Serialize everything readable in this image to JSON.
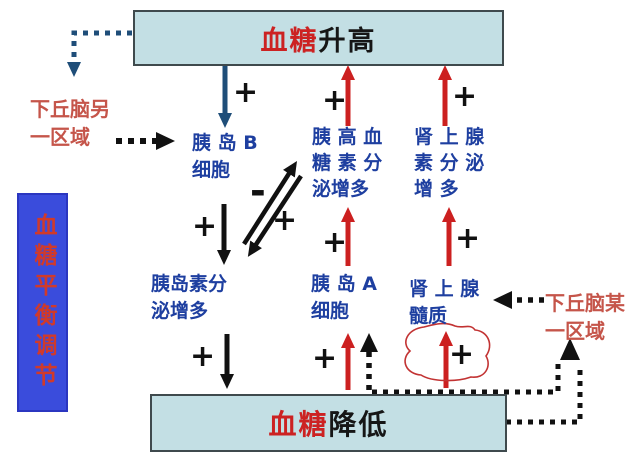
{
  "boxes": {
    "top": {
      "red": "血糖",
      "black": "升高"
    },
    "bottom": {
      "red": "血糖",
      "black": "降低"
    },
    "left_vertical": "血糖平衡调节"
  },
  "labels": {
    "hypothalamus_other": {
      "line1": "下丘脑另",
      "line2": "一区域"
    },
    "islet_b": {
      "line1": "胰 岛 B",
      "line2": "细胞"
    },
    "glucagon_secretion": {
      "line1": "胰 高 血",
      "line2": "糖 素 分",
      "line3": "泌增多"
    },
    "adrenaline_secretion": {
      "line1": "肾 上 腺",
      "line2": "素 分 泌",
      "line3": "增 多"
    },
    "insulin_secretion": {
      "line1": "胰岛素分",
      "line2": "泌增多"
    },
    "islet_a": {
      "line1": "胰 岛 A",
      "line2": "细胞"
    },
    "adrenal_medulla": {
      "line1": "肾 上 腺",
      "line2": "髓质"
    },
    "hypothalamus_some": {
      "line1": "下丘脑某",
      "line2": "一区域"
    }
  },
  "signs": {
    "plus": "+",
    "minus": "-"
  },
  "colors": {
    "box_fill": "#c3dfe4",
    "box_border": "#3f4a4d",
    "left_box_fill": "#3a4cdc",
    "title_red": "#cc2222",
    "arrow_red": "#cc2020",
    "arrow_navy": "#1f4e79",
    "arrow_black": "#111111",
    "node_blue_text": "#1e3fa0",
    "hypothalamus_text": "#c5554a",
    "annotation_circle": "#c23333"
  }
}
